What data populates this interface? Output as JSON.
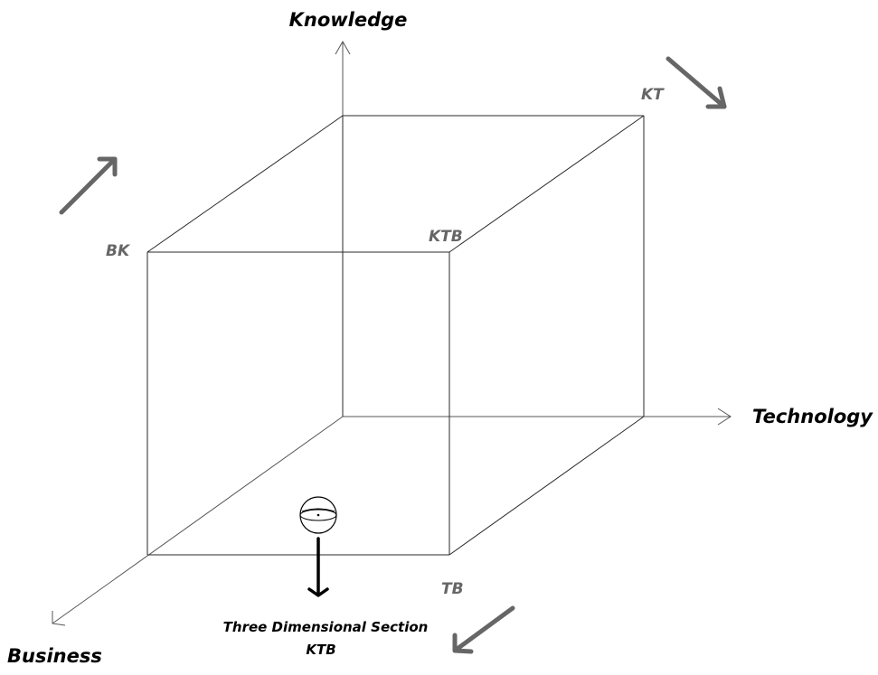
{
  "axes": {
    "knowledge": "Knowledge",
    "technology": "Technology",
    "business": "Business"
  },
  "corners": {
    "bk": "BK",
    "kt": "KT",
    "ktb": "KTB",
    "tb": "TB"
  },
  "section": {
    "line1": "Three Dimensional Section",
    "line2": "KTB"
  },
  "colors": {
    "edge": "#2a2a2a",
    "axis": "#555555",
    "corner_label": "#666666",
    "decorative_arrow": "#666666",
    "section_arrow": "#000000"
  },
  "icons": {
    "decorative_arrows": [
      "arrow-up-right-icon",
      "arrow-down-right-icon",
      "arrow-down-left-icon"
    ],
    "section_marker": "sphere-icon",
    "section_pointer": "arrow-down-icon"
  }
}
